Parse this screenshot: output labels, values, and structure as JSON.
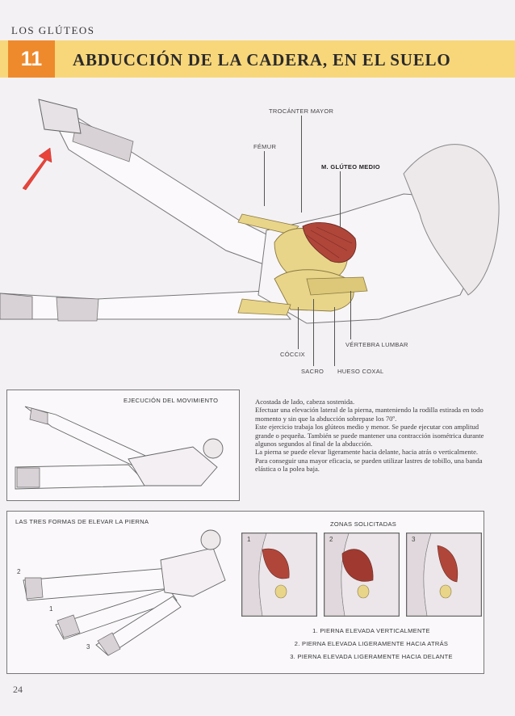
{
  "header": {
    "section": "LOS GLÚTEOS",
    "number": "11",
    "title": "ABDUCCIÓN DE LA CADERA, EN EL SUELO"
  },
  "anatomy_labels": {
    "trocanter": "TROCÁNTER MAYOR",
    "femur": "FÉMUR",
    "gluteo": "M. GLÚTEO MEDIO",
    "vertebra": "VÉRTEBRA LUMBAR",
    "coccix": "CÓCCIX",
    "sacro": "SACRO",
    "hueso_coxal": "HUESO COXAL"
  },
  "execution": {
    "label": "EJECUCIÓN DEL MOVIMIENTO"
  },
  "description": [
    "Acostada de lado, cabeza sostenida.",
    "Efectuar una elevación lateral de la pierna, manteniendo la rodilla estirada en todo momento y sin que la abducción sobrepase los 70º.",
    "Este ejercicio trabaja los glúteos medio y menor. Se puede ejecutar con amplitud grande o pequeña. También se puede mantener una contracción isométrica durante algunos segundos al final de la abducción.",
    "La pierna se puede elevar ligeramente hacia delante, hacia atrás o verticalmente.",
    "Para conseguir una mayor eficacia, se pueden utilizar lastres de tobillo, una banda elástica o la polea baja."
  ],
  "three_ways": {
    "label": "LAS TRES FORMAS DE ELEVAR LA PIERNA",
    "markers": [
      "1",
      "2",
      "3"
    ]
  },
  "zones": {
    "label": "ZONAS SOLICITADAS",
    "panels": [
      "1",
      "2",
      "3"
    ],
    "legend": [
      "1. PIERNA ELEVADA VERTICALMENTE",
      "2. PIERNA ELEVADA LIGERAMENTE HACIA ATRÁS",
      "3. PIERNA ELEVADA LIGERAMENTE HACIA DELANTE"
    ]
  },
  "page_number": "24",
  "colors": {
    "accent_orange": "#ee8a2c",
    "banner_yellow": "#f8d77b",
    "muscle_red": "#b0463a",
    "bone_yellow": "#e8d58a",
    "arrow_red": "#e8443a"
  },
  "icons": {
    "direction_arrow": "up-left-arrow-icon"
  }
}
